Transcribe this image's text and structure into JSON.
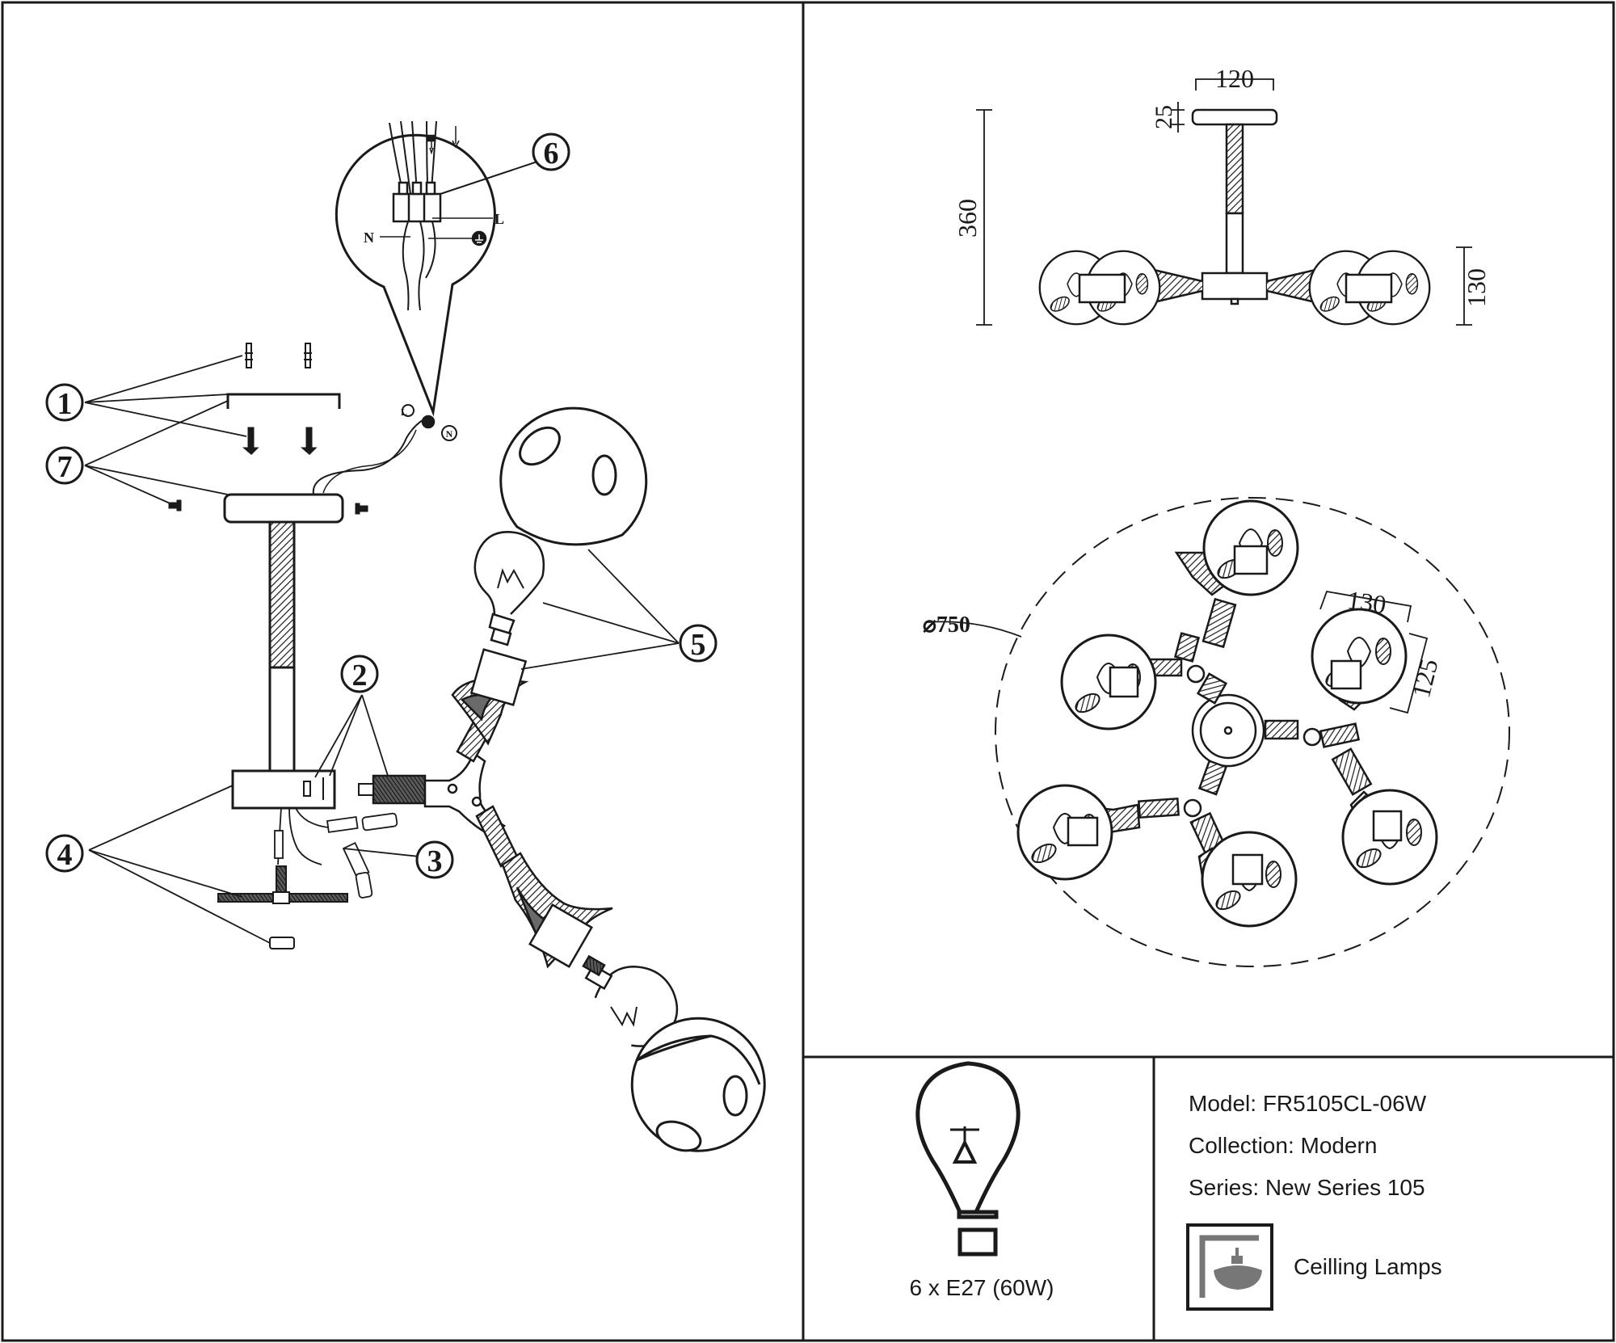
{
  "callouts": [
    "1",
    "2",
    "3",
    "4",
    "5",
    "6",
    "7"
  ],
  "wiring": {
    "live": "L",
    "neutral": "N"
  },
  "dims": {
    "canopy_width": "120",
    "canopy_height": "25",
    "total_height": "360",
    "shade_height": "130",
    "diameter": "⌀750",
    "arm_span": "130",
    "arm_depth": "125"
  },
  "bulb_spec": "6 x E27 (60W)",
  "info": {
    "model": "Model: FR5105CL-06W",
    "collection": "Collection: Modern",
    "series": "Series: New Series 105",
    "category": "Ceilling Lamps"
  },
  "icons": [
    "bulb-icon",
    "ceiling-lamp-icon",
    "ground-icon"
  ],
  "colors": {
    "ink": "#1a1a1a",
    "paper": "#ffffff"
  }
}
